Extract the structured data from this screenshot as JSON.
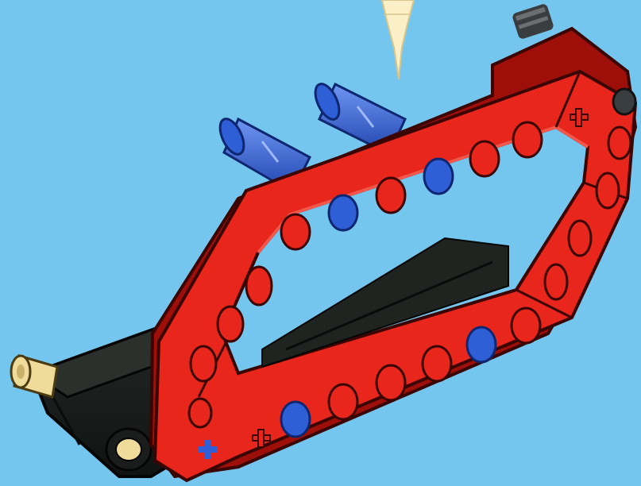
{
  "scene": {
    "kind": "building-instruction-step",
    "background_color": "#75c6ef",
    "colors": {
      "frame_red": "#e8261c",
      "frame_dark": "#9e0f0a",
      "frame_light": "#f6564a",
      "beam_black": "#1f2421",
      "beam_dark": "#0d0f0e",
      "pin_blue": "#2f5fd6",
      "pin_blue_light": "#6f95f2",
      "pin_tan": "#f0dc9a",
      "arrow_cream": "#fbefc8",
      "axle_gray": "#3a3d3f"
    },
    "parts": {
      "frame": "red-hexagon-frame",
      "liftarm": "black-liftarm",
      "pins": "blue-pins",
      "tan_pin": "tan-axle-pin",
      "gray_axle": "gray-axle",
      "arrow": "down-arrow"
    }
  }
}
